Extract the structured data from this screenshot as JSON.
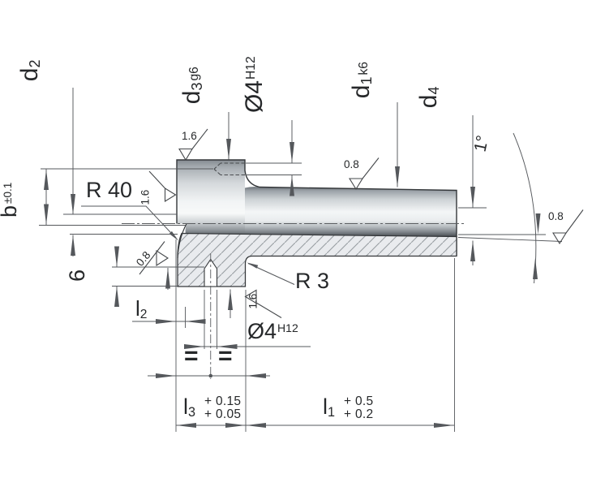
{
  "drawing": {
    "labels": {
      "d2": {
        "base": "d",
        "sub": "2"
      },
      "d3": {
        "base": "d",
        "sub": "3",
        "fit": "g6"
      },
      "bore_top": {
        "base": "Ø4",
        "fit": "H12"
      },
      "d1": {
        "base": "d",
        "sub": "1",
        "fit": "k6"
      },
      "d4": {
        "base": "d",
        "sub": "4"
      },
      "b": {
        "base": "b",
        "tol": "±0.1"
      },
      "depth": "6",
      "l2": {
        "base": "l",
        "sub": "2"
      },
      "l3": {
        "base": "l",
        "sub": "3",
        "tol_upper": "+ 0.15",
        "tol_lower": "+ 0.05"
      },
      "l1": {
        "base": "l",
        "sub": "1",
        "tol_upper": "+ 0.5",
        "tol_lower": "+ 0.2"
      },
      "bore_bottom": {
        "base": "Ø4",
        "fit": "H12"
      },
      "r40": "R 40",
      "r3": "R 3",
      "angle": "1°"
    },
    "roughness": {
      "flange_top": "1.6",
      "flange_left": "1.6",
      "flange_bottom": "1.6",
      "shaft_top": "0.8",
      "left_lower": "0.8",
      "bore_end": "0.8"
    },
    "equality": {
      "left": "=",
      "right": "="
    },
    "colors": {
      "outline": "#34373a",
      "dimension": "#55585c",
      "hatch_line": "#999ea3",
      "hatch_bg": "#e9ebee",
      "metal_dark": "#43484d",
      "metal_light": "#f7f9f9"
    }
  }
}
